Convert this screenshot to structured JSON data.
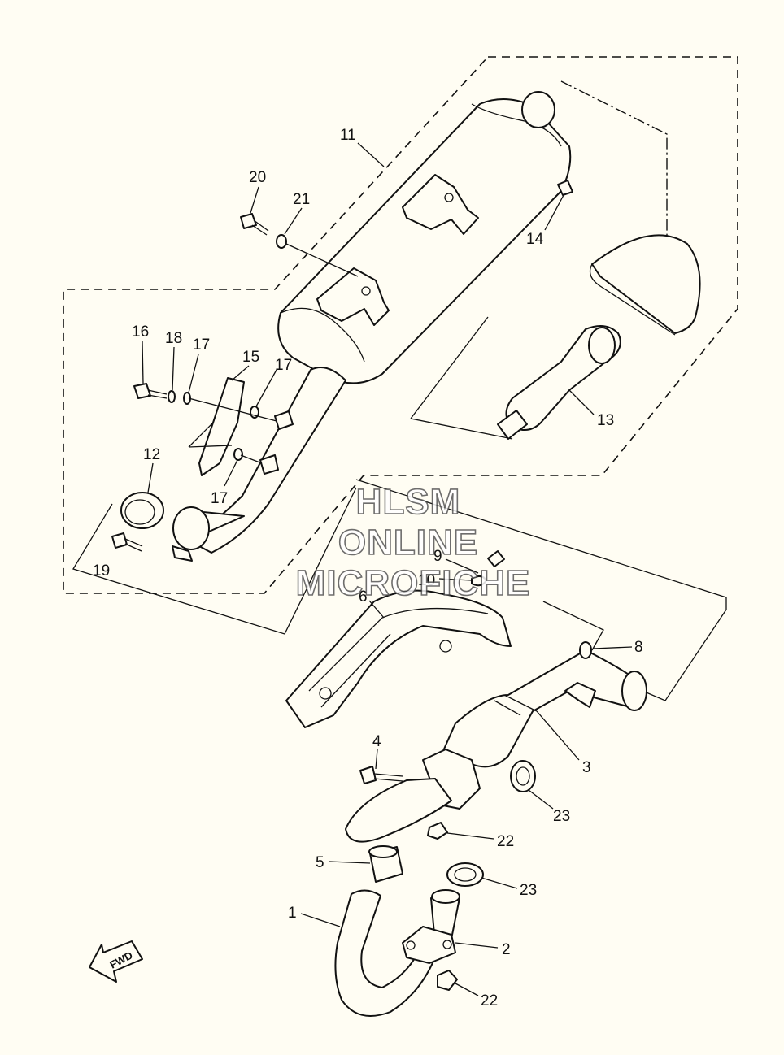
{
  "watermark": {
    "line1": "HLSM",
    "line2": "ONLINE",
    "line3": "MICROFICHE"
  },
  "direction_marker": "FWD",
  "callouts": {
    "c1": "1",
    "c2": "2",
    "c3": "3",
    "c4": "4",
    "c5": "5",
    "c6": "6",
    "c8": "8",
    "c9": "9",
    "c10": "10",
    "c11": "11",
    "c12": "12",
    "c13": "13",
    "c14": "14",
    "c15": "15",
    "c16": "16",
    "c17a": "17",
    "c17b": "17",
    "c17c": "17",
    "c18": "18",
    "c19": "19",
    "c20": "20",
    "c21": "21",
    "c22a": "22",
    "c22b": "22",
    "c23a": "23",
    "c23b": "23"
  }
}
